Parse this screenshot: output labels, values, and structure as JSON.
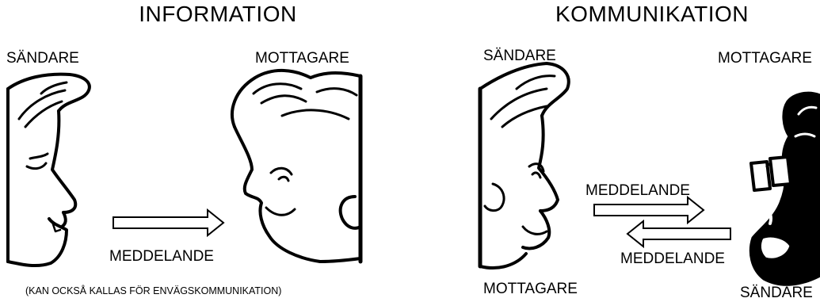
{
  "left_panel": {
    "title": "INFORMATION",
    "sender_label": "SÄNDARE",
    "receiver_label": "MOTTAGARE",
    "message_label": "MEDDELANDE",
    "footnote": "(KAN OCKSÅ KALLAS FÖR ENVÄGSKOMMUNIKATION)"
  },
  "right_panel": {
    "title": "KOMMUNIKATION",
    "top_left_label": "SÄNDARE",
    "top_right_label": "MOTTAGARE",
    "message_label_top": "MEDDELANDE",
    "message_label_bottom": "MEDDELANDE",
    "bottom_left_label": "MOTTAGARE",
    "bottom_right_label": "SÄNDARE"
  },
  "icons": {
    "sender_face_left": "face-profile-right-icon",
    "receiver_face_left": "face-profile-left-icon",
    "sender_face_right": "face-profile-right-icon",
    "glasses_face_right": "face-with-glasses-icon",
    "arrow_right": "outline-arrow-right-icon",
    "arrow_left": "outline-arrow-left-icon"
  }
}
